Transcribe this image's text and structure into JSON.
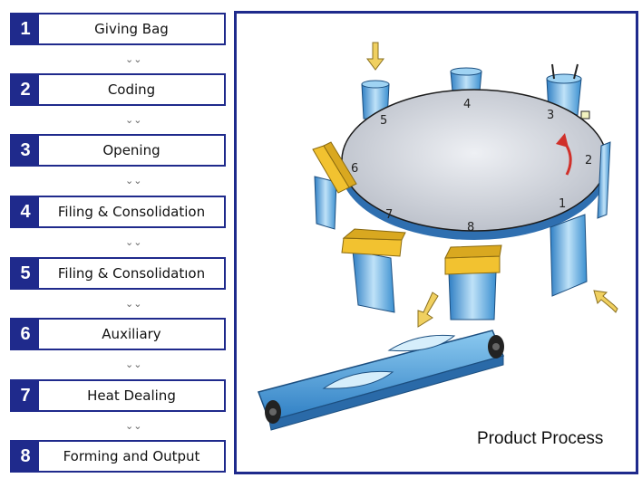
{
  "steps": [
    {
      "num": "1",
      "label": "Giving Bag"
    },
    {
      "num": "2",
      "label": "Coding"
    },
    {
      "num": "3",
      "label": "Opening"
    },
    {
      "num": "4",
      "label": "Filing & Consolidation"
    },
    {
      "num": "5",
      "label": "Filing & Consolidatıon"
    },
    {
      "num": "6",
      "label": "Auxiliary"
    },
    {
      "num": "7",
      "label": "Heat Dealing"
    },
    {
      "num": "8",
      "label": "Forming and Output"
    }
  ],
  "chevron": "⌄⌄",
  "diagram": {
    "caption": "Product Process",
    "station_numbers": [
      "1",
      "2",
      "3",
      "4",
      "5",
      "6",
      "7",
      "8"
    ]
  },
  "colors": {
    "navy": "#1f2a8c",
    "pouch_blue": "#5aa6dc",
    "gripper_yellow": "#f2c230",
    "arrow_yellow": "#f0d060",
    "rotation_arrow": "#d0302a"
  }
}
